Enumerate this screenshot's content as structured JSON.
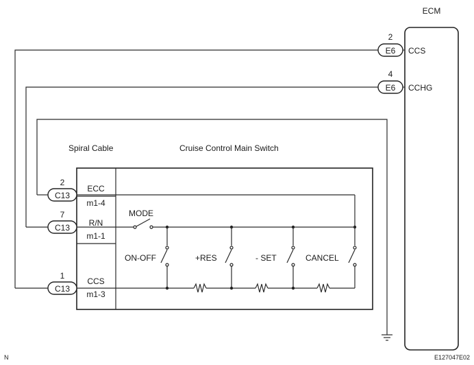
{
  "ecm": {
    "title": "ECM",
    "pins": [
      {
        "num": "2",
        "conn": "E6",
        "sig": "CCS"
      },
      {
        "num": "4",
        "conn": "E6",
        "sig": "CCHG"
      }
    ]
  },
  "spiral_cable": {
    "title": "Spiral Cable"
  },
  "main_switch": {
    "title": "Cruise Control Main Switch"
  },
  "harness": [
    {
      "num": "2",
      "conn": "C13",
      "term": "ECC",
      "pin": "m1-4"
    },
    {
      "num": "7",
      "conn": "C13",
      "term": "R/N",
      "pin": "m1-1"
    },
    {
      "num": "1",
      "conn": "C13",
      "term": "CCS",
      "pin": "m1-3"
    }
  ],
  "switches": {
    "mode": "MODE",
    "on_off": "ON-OFF",
    "res": "+RES",
    "set": "- SET",
    "cancel": "CANCEL"
  },
  "footer": {
    "left": "N",
    "right": "E127047E02"
  }
}
